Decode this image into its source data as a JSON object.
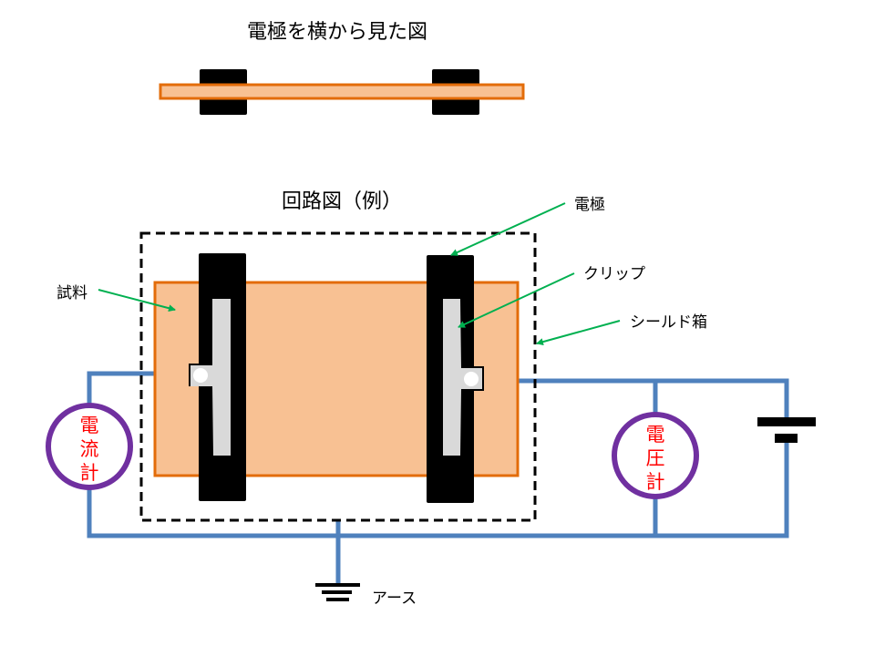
{
  "titles": {
    "side_view": "電極を横から見た図",
    "circuit": "回路図（例）"
  },
  "labels": {
    "electrode": "電極",
    "clip": "クリップ",
    "shield_box": "シールド箱",
    "sample": "試料",
    "earth": "アース"
  },
  "ammeter": {
    "chars": [
      "電",
      "流",
      "計"
    ]
  },
  "voltmeter": {
    "chars": [
      "電",
      "圧",
      "計"
    ]
  },
  "colors": {
    "sample_fill": "#F8C193",
    "sample_stroke": "#E36C09",
    "wire": "#4F81BD",
    "meter_ring": "#7030A0",
    "meter_text": "#FF0000",
    "arrow": "#00B050",
    "clip": "#D9D9D9"
  }
}
